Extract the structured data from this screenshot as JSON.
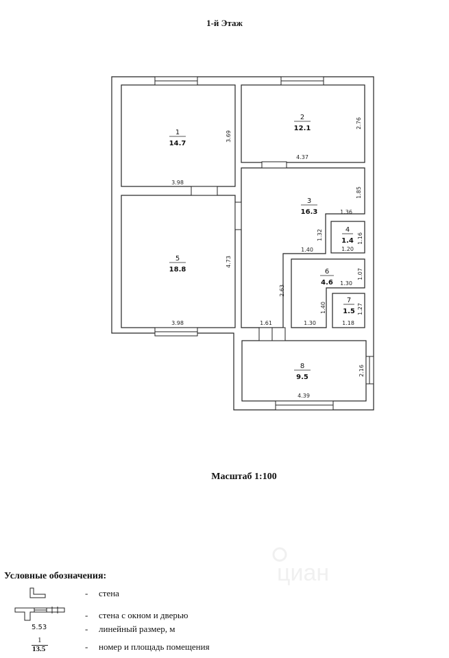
{
  "page_title": "1-й Этаж",
  "scale_label": "Масштаб 1:100",
  "rooms": [
    {
      "number": "1",
      "area": "14.7"
    },
    {
      "number": "2",
      "area": "12.1"
    },
    {
      "number": "3",
      "area": "16.3"
    },
    {
      "number": "4",
      "area": "1.4"
    },
    {
      "number": "5",
      "area": "18.8"
    },
    {
      "number": "6",
      "area": "4.6"
    },
    {
      "number": "7",
      "area": "1.5"
    },
    {
      "number": "8",
      "area": "9.5"
    }
  ],
  "dimensions": {
    "r1_height": "3.69",
    "r1_width": "3.98",
    "r2_height": "2.76",
    "r2_width": "4.37",
    "r3_top": "1.85",
    "r3_ledge": "1.36",
    "r3_left": "1.32",
    "r3_step": "1.40",
    "r3_lower": "2.63",
    "r3_bottom": "1.61",
    "r4_height": "1.16",
    "r4_width": "1.20",
    "r5_height": "4.73",
    "r5_width": "3.98",
    "r6_height": "1.07",
    "r6_width": "1.30",
    "r6_lower_h": "1.40",
    "r6_bottom": "1.30",
    "r7_height": "1.27",
    "r7_width": "1.18",
    "r8_height": "2.16",
    "r8_width": "4.39"
  },
  "legend": {
    "title": "Условные обозначения:",
    "wall": "стена",
    "wall_window_door": "стена с окном и дверью",
    "linear_sample": "5.53",
    "linear": "линейный размер, м",
    "room_sample_number": "1",
    "room_sample_area": "13.5",
    "room_label": "номер и площадь помещения",
    "dash": "-"
  },
  "watermark": "циан"
}
